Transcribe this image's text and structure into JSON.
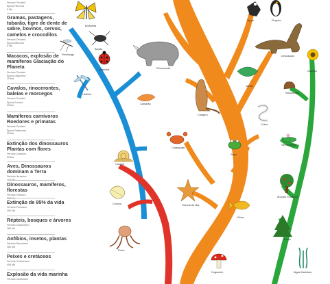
{
  "timeline": [
    {
      "title": "",
      "period": "Período Terciário",
      "subperiod": "Época Pliocena",
      "age": "5 Ma"
    },
    {
      "title": "Gramas, pastagens, tubarão, tigre de dente de sabre, bovinos, cervos, camelos e crocodilos",
      "period": "Período Terciário",
      "subperiod": "Época Miocena",
      "age": "5 Ma"
    },
    {
      "title": "Macacos, explosão de mamíferos Glaciação do Planeta",
      "period": "Período Terciário",
      "subperiod": "Época Oligocena",
      "age": "25 Ma"
    },
    {
      "title": "Cavalos, rinocerontes, baleias e morcegos",
      "period": "Período Terciário",
      "subperiod": "Época Eocena",
      "age": "38 Ma"
    },
    {
      "title": "Mamíferos carnívoros Roedores e primatas",
      "period": "Período Terciário",
      "subperiod": "Época Paleocena",
      "age": "55 Ma"
    },
    {
      "title": "Extinção dos dinossauros Plantas com flores",
      "period": "Período Cretáceo",
      "subperiod": "",
      "age": "65 Ma"
    },
    {
      "title": "Aves, Dinossauros dominam a Terra",
      "period": "Período Jurássico",
      "subperiod": "",
      "age": "144 Ma"
    },
    {
      "title": "Dinossauros, mamíferos, florestas",
      "period": "Período Triássico",
      "subperiod": "",
      "age": "208 Ma"
    },
    {
      "title": "Extinção de 95% da vida",
      "period": "Período Permiano",
      "subperiod": "",
      "age": "250 Ma"
    },
    {
      "title": "Répteis, bosques e árvores",
      "period": "Período Carbonífero",
      "subperiod": "",
      "age": "286 Ma"
    },
    {
      "title": "Anfíbios, insetos, plantas",
      "period": "Período Devoniano",
      "subperiod": "",
      "age": "360 Ma"
    },
    {
      "title": "Peixes e cretáceos",
      "period": "Período Ordoviciano",
      "subperiod": "",
      "age": "408 Ma"
    },
    {
      "title": "Explosão da vida marinha",
      "period": "Período Cambriano",
      "subperiod": "",
      "age": ""
    }
  ],
  "organisms": {
    "borboleta": "Borboleta",
    "barata": "Barata",
    "joaninha": "Joaninha",
    "pernilongo": "Pernilongo",
    "libelula": "Libélula",
    "rinoceronte": "Rinoceronte",
    "camarao": "Camarão",
    "canguru": "Canguru",
    "caranguejo": "Caranguejo",
    "caracol": "Caracol",
    "concha": "Concha",
    "estrela": "Estrela do Mar",
    "polvo": "Polvo",
    "aguia": "Águia",
    "pinguim": "Pinguim",
    "dinossauro": "Dinossauro",
    "girassol": "Girassol",
    "jacare": "Jacaré",
    "cobra": "Cobra",
    "samambaia": "Samambaia",
    "sapo": "Sapo",
    "vitoria": "Vitória Régia",
    "arvores": "Árvores Frutíferas",
    "peixe": "Peixe",
    "pinho": "Pinho",
    "cogumelo": "Cogumelo",
    "algas": "Algas Marinhas"
  },
  "colors": {
    "blue": "#1b8fd6",
    "orange": "#f08a1c",
    "red": "#e0332a",
    "green": "#2aa63a"
  }
}
